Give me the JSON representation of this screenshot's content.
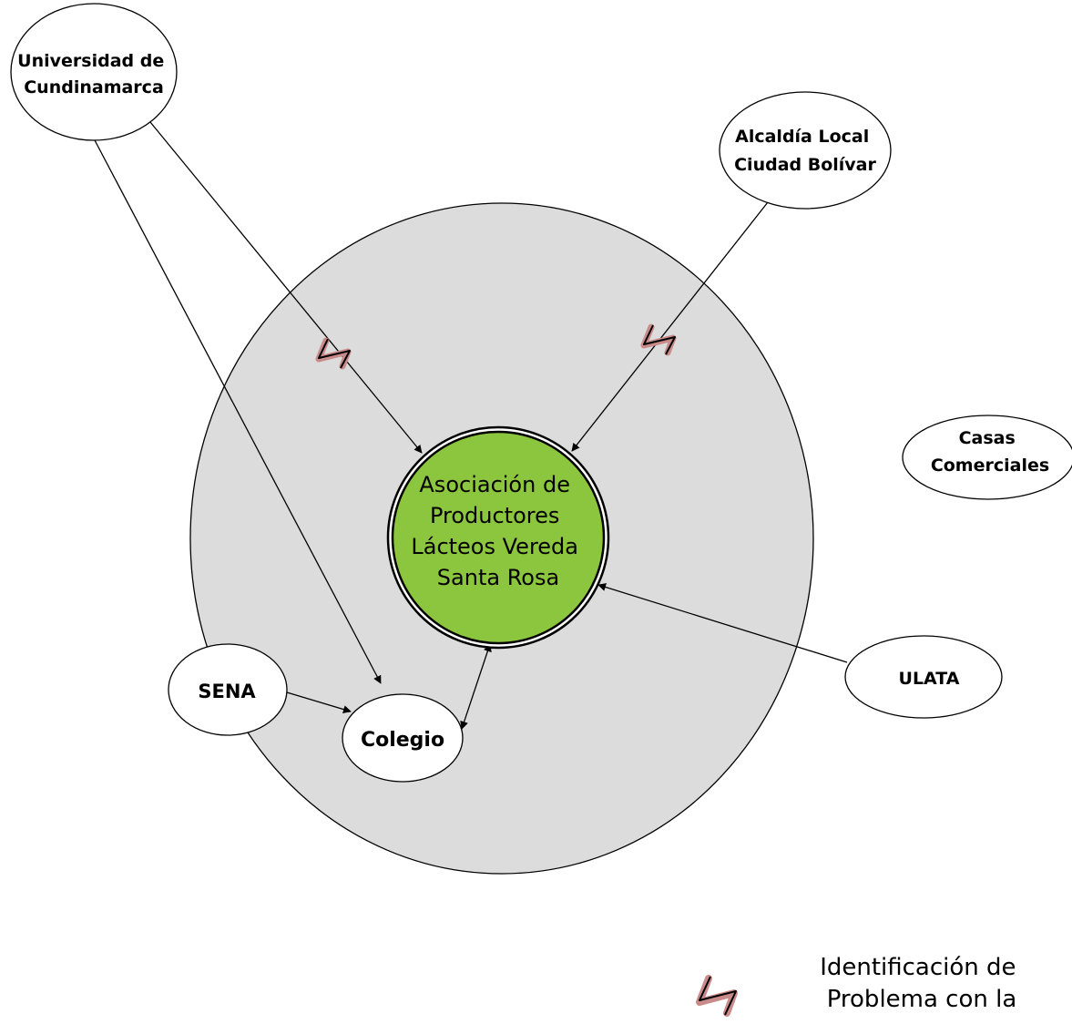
{
  "nodes": {
    "center": {
      "lines": [
        "Asociación de",
        "Productores",
        "Lácteos Vereda",
        "Santa Rosa"
      ],
      "color": "#8cc63f"
    },
    "universidad": {
      "lines": [
        "Universidad de",
        "Cundinamarca"
      ]
    },
    "alcaldia": {
      "lines": [
        "Alcaldía Local",
        "Ciudad Bolívar"
      ]
    },
    "casas": {
      "lines": [
        "Casas",
        "Comerciales"
      ]
    },
    "ulata": {
      "lines": [
        "ULATA"
      ]
    },
    "sena": {
      "lines": [
        "SENA"
      ]
    },
    "colegio": {
      "lines": [
        "Colegio"
      ]
    }
  },
  "legend": {
    "lines": [
      "Identificación de",
      "Problema con la"
    ],
    "icon": "lightning-problem-icon"
  },
  "colors": {
    "zone_fill": "#dcdcdc",
    "problem_mark": "#c98a8a",
    "line": "#000000"
  }
}
